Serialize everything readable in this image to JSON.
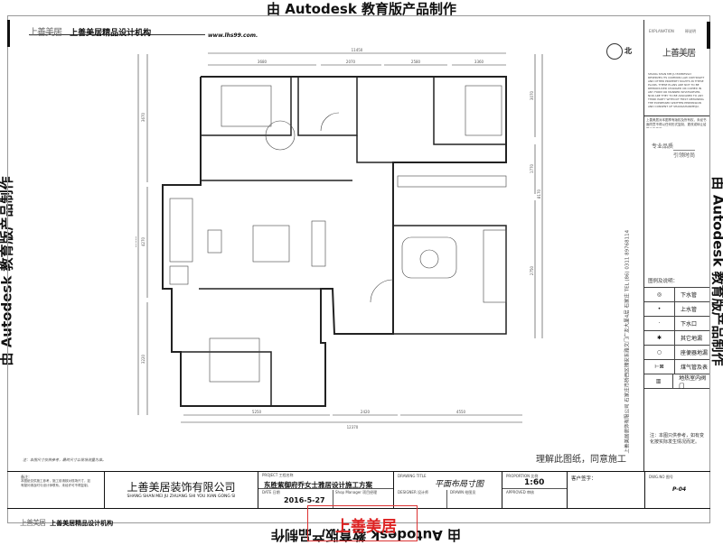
{
  "watermark": "由 Autodesk 教育版产品制作",
  "header": {
    "logo_text": "上善美居",
    "org_name": "上善美居精品设计机构",
    "website": "www.lhs99.com."
  },
  "plan": {
    "north_label": "北",
    "dims_top": [
      "3680",
      "2070",
      "2580",
      "3360"
    ],
    "dim_top_total": "11450",
    "dims_bottom": [
      "5250",
      "2420",
      "4550"
    ],
    "dim_bottom_total": "12370",
    "dims_left": [
      "3670",
      "4270",
      "3220"
    ],
    "dim_left_total": "10540",
    "dims_right": [
      "3070",
      "1770",
      "2750"
    ],
    "dim_right_total": "8170",
    "note": "注：本图尺寸仅供参考，最终尺寸以现场测量为准。",
    "approval_text": "理解此图纸，同意施工"
  },
  "side_panel": {
    "explanation_label": "EXPLANATION",
    "explanation_cn": "释说明",
    "logo_text": "上善美居",
    "copyright_en": "SHANG SHAN MEI JU EXPRESSLY RESERVES ITS COMMON LAW COPYRIGHT AND OTHER PROPERTY RIGHTS IN THESE PLANS. THESE PLANS ARE NOT TO BE REPRODUCED CHANGED OR COPIED IN ANY FORM OR MANNER WHATSOEVER, NOR ARE THEY TO BE ASSIGNED TO ANY THIRD PARTY WITHOUT FIRST OBTAINING THE EXPRESSED WRITTEN PERMISSION AND CONSENT OF SHANGSHANMEIJU.",
    "copyright_cn": "上善美居对本图享有版权及所有权，未经书面同意不得以任何形式复制、更改或转让给第三方使用。",
    "slogan1": "专业品质",
    "slogan2": "引领时尚",
    "vertical_address": "上善美居装饰有限公司  石家庄市桥西区槐安东路文门广友大厦4层   石家庄   TEL (86) 0311 89768114",
    "legend_title": "图例及说明：",
    "legend": [
      {
        "symbol": "◎",
        "label": "下水管"
      },
      {
        "symbol": "•",
        "label": "上水管"
      },
      {
        "symbol": "·",
        "label": "下水口"
      },
      {
        "symbol": "✱",
        "label": "其它地漏"
      },
      {
        "symbol": "○",
        "label": "座便器地漏"
      },
      {
        "symbol": "⊢⊠",
        "label": "煤气管及表"
      },
      {
        "symbol": "▥",
        "label": "地热室内阀门"
      }
    ],
    "legend_note": "注：本图只供参考，如有变化按实际发生情况而定。"
  },
  "title_block": {
    "notes_label": "备注：",
    "notes_text": "本图纸仅供施工参考，施工前请核对现场尺寸，如有疑问请及时与设计师联系。未经许可不得复制。",
    "company_cn": "上善美居装饰有限公司",
    "company_en": "SHANG SHAN MEI JU ZHUANG SHI YOU XIAN GONG SI",
    "project_label": "PROJECT  工程名称",
    "project_name": "东胜紫御府乔女士雅居设计施工方案",
    "date_label": "DATE  日期",
    "date": "2016-5-27",
    "shop_manager_label": "Shop Manager  项目经理",
    "drawing_title_label": "DRAWING TITLE",
    "drawing_title": "平面布局寸图",
    "designer_label": "DESIGNER  设计师",
    "drawn_label": "DRAWN  绘图员",
    "proportion_label": "PROPORTION  比例",
    "scale": "1:60",
    "approved_label": "APPROVED  审核",
    "client_sign_label": "客户签字：",
    "dwg_no_label": "DWG.NO  图号",
    "dwg_no": "P-04",
    "footer_org": "上善美居精品设计机构",
    "stamp_text": "上善美居"
  }
}
